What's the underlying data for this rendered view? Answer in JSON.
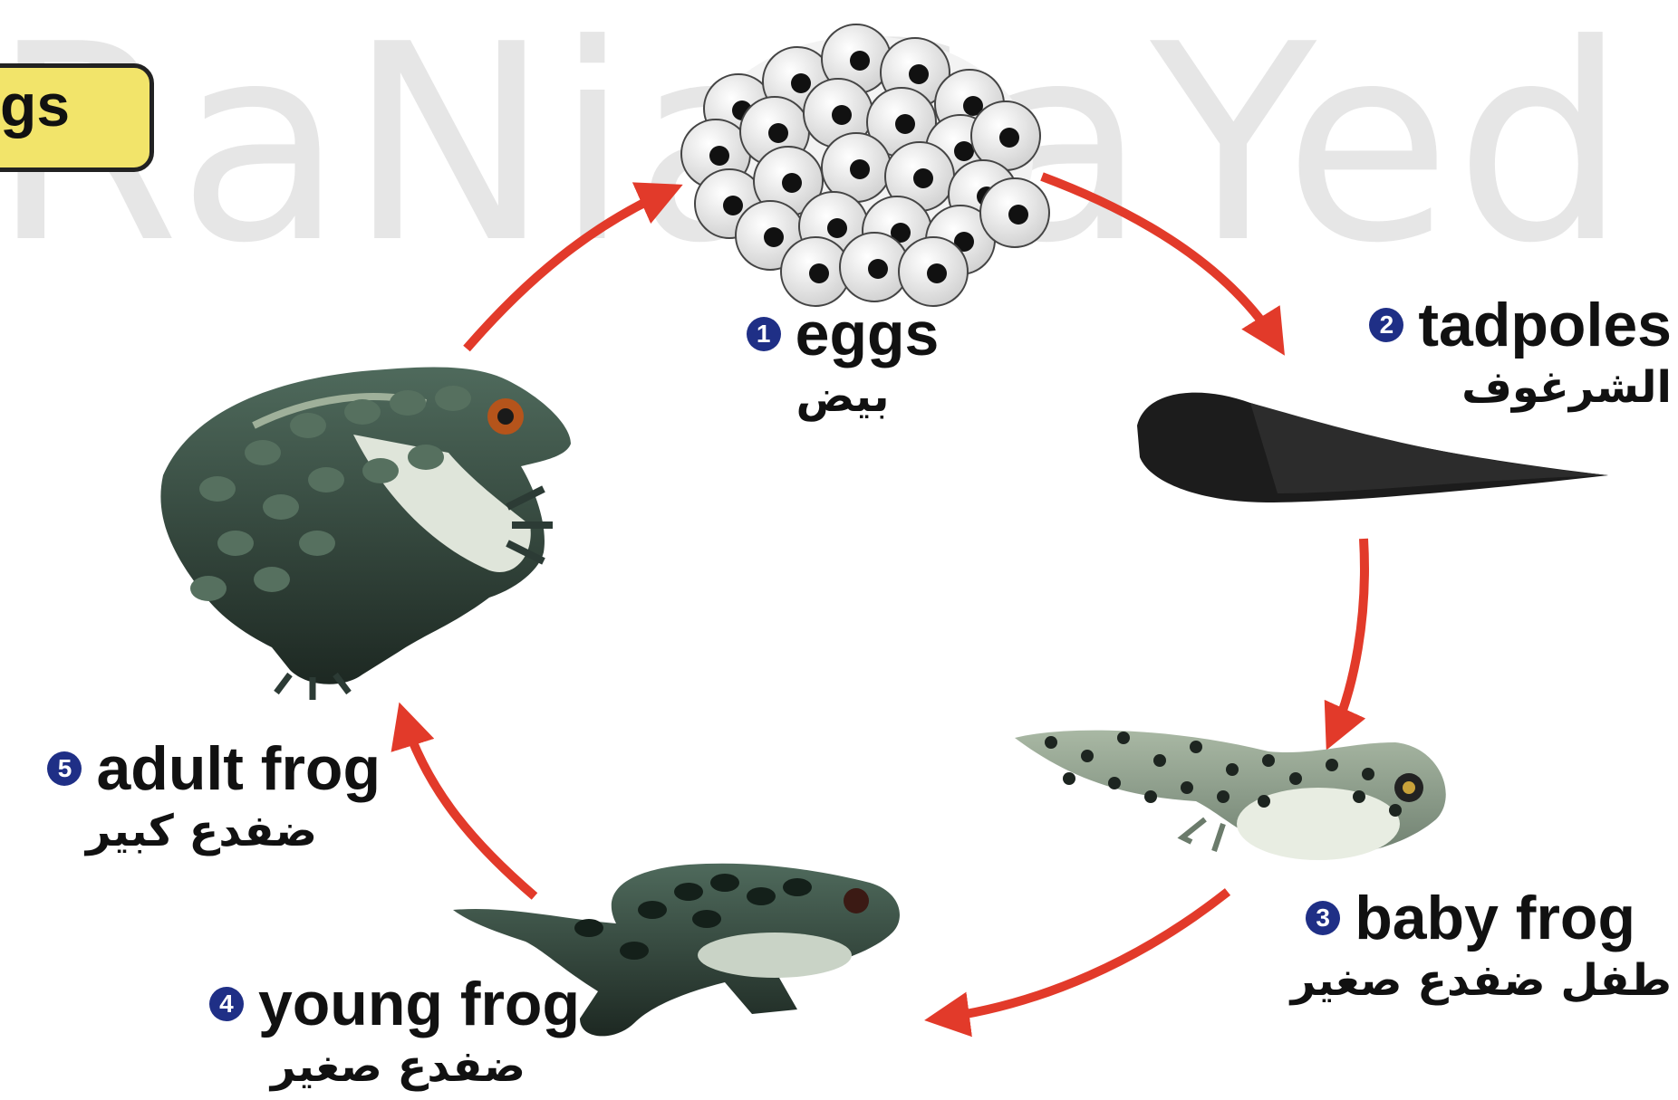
{
  "watermark": "RaNiaSaYed",
  "title_fragment": "gs",
  "colors": {
    "arrow": "#e23a2a",
    "number_circle": "#1f2f86",
    "title_box": "#f2e46a",
    "frog_dark": "#2c3b35"
  },
  "stages": [
    {
      "number": "1",
      "english": "eggs",
      "arabic": "بيض",
      "icon": "egg-cluster-icon"
    },
    {
      "number": "2",
      "english": "tadpoles",
      "arabic": "الشرغوف",
      "icon": "tadpole-icon"
    },
    {
      "number": "3",
      "english": "baby frog",
      "arabic": "طفل ضفدع صغير",
      "icon": "baby-frog-icon"
    },
    {
      "number": "4",
      "english": "young frog",
      "arabic": "ضفدع صغير",
      "icon": "young-frog-icon"
    },
    {
      "number": "5",
      "english": "adult frog",
      "arabic": "ضفدع كبير",
      "icon": "adult-frog-icon"
    }
  ],
  "arrows": [
    "eggs-to-tadpoles",
    "tadpoles-to-baby-frog",
    "baby-frog-to-young-frog",
    "young-frog-to-adult-frog",
    "adult-frog-to-eggs"
  ]
}
